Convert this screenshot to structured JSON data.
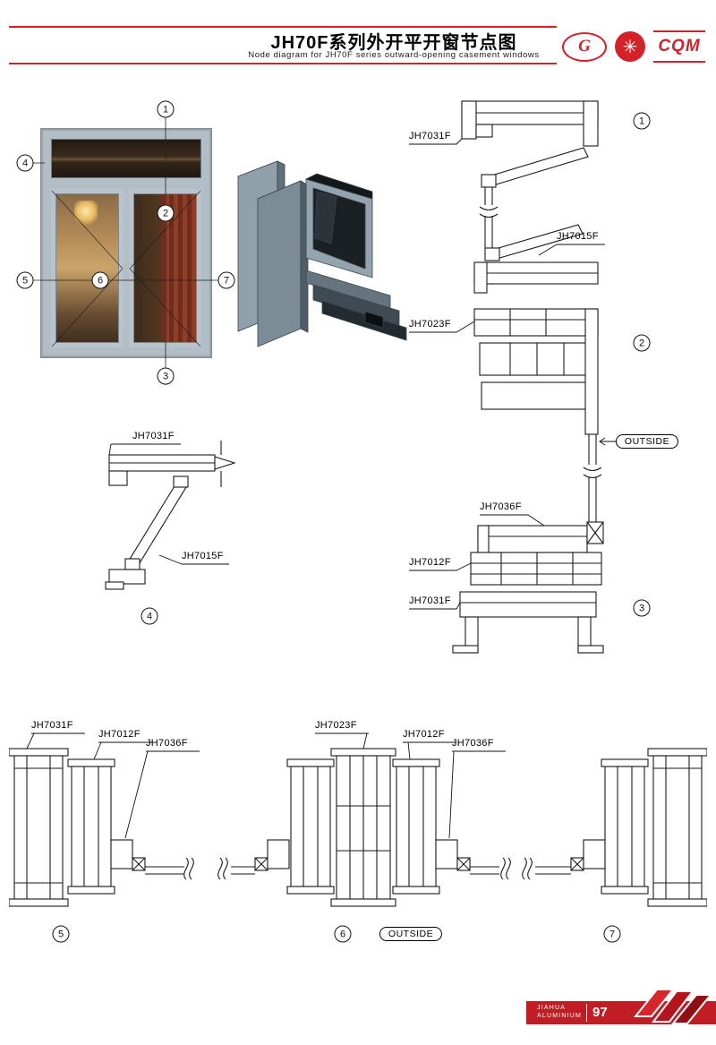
{
  "header": {
    "title_cn": "JH70F系列外开平开窗节点图",
    "title_en": "Node diagram for JH70F series outward-opening casement windows",
    "logos": {
      "first": "G",
      "second": "✳",
      "third": "CQM"
    }
  },
  "callouts": {
    "n1": "1",
    "n2": "2",
    "n3": "3",
    "n4": "4",
    "n5": "5",
    "n6": "6",
    "n7": "7"
  },
  "profiles": {
    "frame": "JH7031F",
    "sash_top": "JH7015F",
    "mullion": "JH7023F",
    "glazing_bead": "JH7036F",
    "sash": "JH7012F"
  },
  "labels": {
    "outside": "OUTSIDE"
  },
  "footer": {
    "brand_line1": "JIAHUA",
    "brand_line2": "ALUMINIUM",
    "page_number": "97"
  }
}
